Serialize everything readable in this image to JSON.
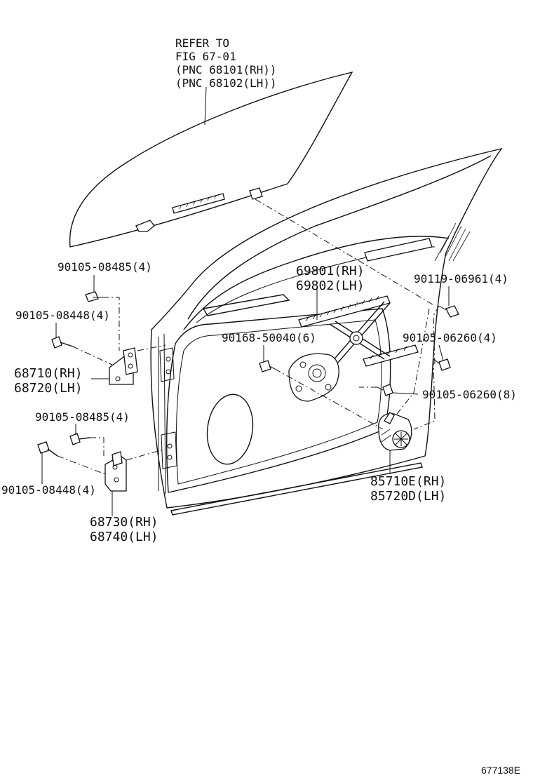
{
  "labels": {
    "glass_ref": [
      "REFER TO",
      "FIG 67-01",
      "(PNC 68101(RH))",
      "(PNC 68102(LH))"
    ],
    "bolt_upper_hinge_top": "90105-08485(4)",
    "bolt_upper_hinge_side": "90105-08448(4)",
    "upper_hinge": [
      "68710(RH)",
      "68720(LH)"
    ],
    "bolt_lower_hinge_top": "90105-08485(4)",
    "bolt_lower_hinge_side": "90105-08448(4)",
    "lower_hinge": [
      "68730(RH)",
      "68740(LH)"
    ],
    "regulator": [
      "69801(RH)",
      "69802(LH)"
    ],
    "bolt_regulator": "90168-50040(6)",
    "bolt_channel": "90119-06961(4)",
    "bolt_rail": "90105-06260(4)",
    "bolt_motor": "90105-06260(8)",
    "motor": [
      "85710E(RH)",
      "85720D(LH)"
    ],
    "figure_id": "677138E"
  }
}
